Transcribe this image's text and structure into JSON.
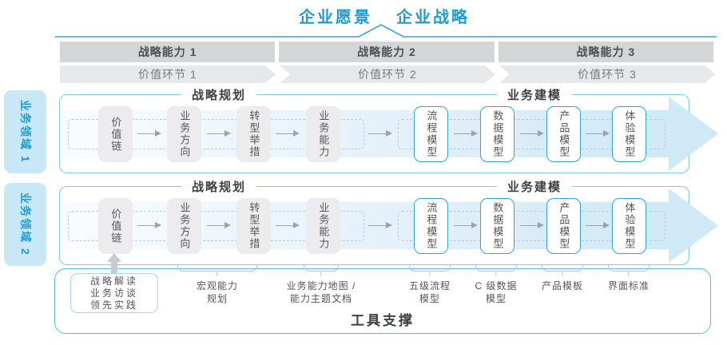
{
  "header": {
    "vision": "企业愿景",
    "strategy": "企业战略"
  },
  "capability_bar": {
    "items": [
      "战略能力 1",
      "战略能力 2",
      "战略能力 3"
    ]
  },
  "value_chain_bar": {
    "items": [
      "价值环节 1",
      "价值环节 2",
      "价值环节 3"
    ]
  },
  "domains": {
    "domain1": "业务领域 1",
    "domain2": "业务领域 2"
  },
  "flow_row": {
    "planning_header": "战略规划",
    "modeling_header": "业务建模",
    "gray_boxes": [
      "价值链",
      "业务方向",
      "转型举措",
      "业务能力"
    ],
    "blue_boxes": [
      "流程模型",
      "数据模型",
      "产品模型",
      "体验模型"
    ]
  },
  "annotations": {
    "practice_box": [
      "战略解读",
      "业务访谈",
      "领先实践"
    ],
    "labels": [
      {
        "line1": "宏观能力",
        "line2": "规划"
      },
      {
        "line1": "业务能力地图 /",
        "line2": "能力主题文档"
      },
      {
        "line1": "五级流程",
        "line2": "模型"
      },
      {
        "line1": "C 级数据",
        "line2": "模型"
      },
      {
        "line1": "产品模板",
        "line2": ""
      },
      {
        "line1": "界面标准",
        "line2": ""
      }
    ]
  },
  "footer": {
    "tool_support": "工具支撑"
  },
  "colors": {
    "accent_blue": "#1b9cd8",
    "row_border_blue": "#7ecbec",
    "tool_border_blue": "#54bce6",
    "domain_tab_bg": "#c9e8f7",
    "capability_bar_gray": "#d4d5d7",
    "value_bar_gray": "#e7e8ea",
    "stage_box_gray": "#ececee",
    "model_box_border": "#2ba9e0",
    "flow_band_blue": "#cfe9f7",
    "arrow_gray": "#a0a2a5",
    "text_dark": "#4d4e50"
  }
}
